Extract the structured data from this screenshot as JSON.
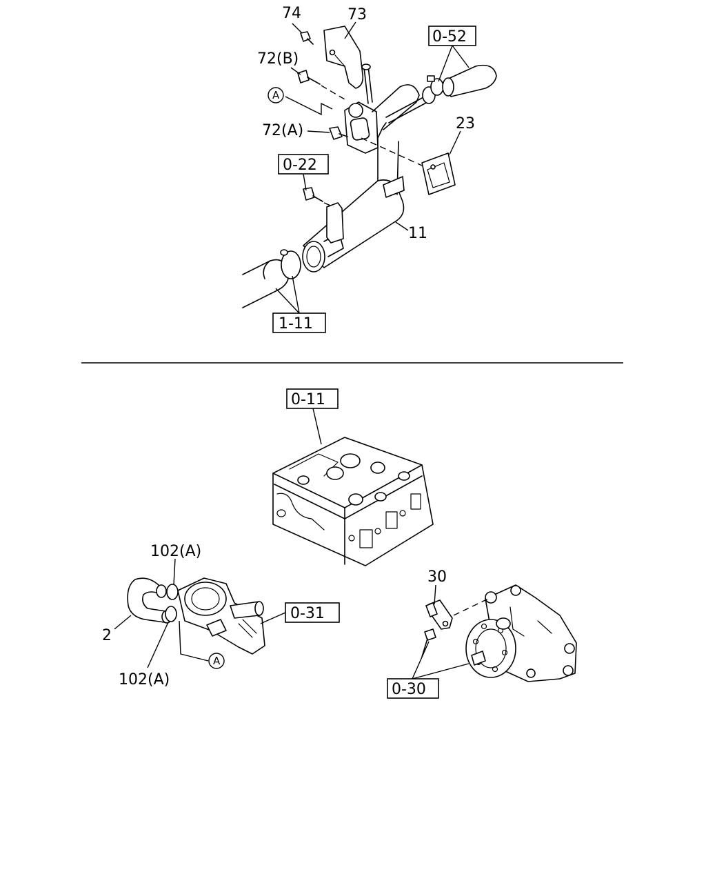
{
  "upper_assembly": {
    "labels": {
      "part_74": "74",
      "part_73": "73",
      "part_72b": "72(B)",
      "part_72a": "72(A)",
      "part_23": "23",
      "part_11": "11"
    },
    "refs": {
      "ref_0_52": "0-52",
      "ref_0_22": "0-22",
      "ref_1_11": "1-11"
    },
    "marker_a": "A"
  },
  "lower_assembly": {
    "labels": {
      "part_102a_top": "102(A)",
      "part_2": "2",
      "part_102a_bottom": "102(A)",
      "part_30": "30"
    },
    "refs": {
      "ref_0_11": "0-11",
      "ref_0_31": "0-31",
      "ref_0_30": "0-30"
    },
    "marker_a": "A"
  }
}
